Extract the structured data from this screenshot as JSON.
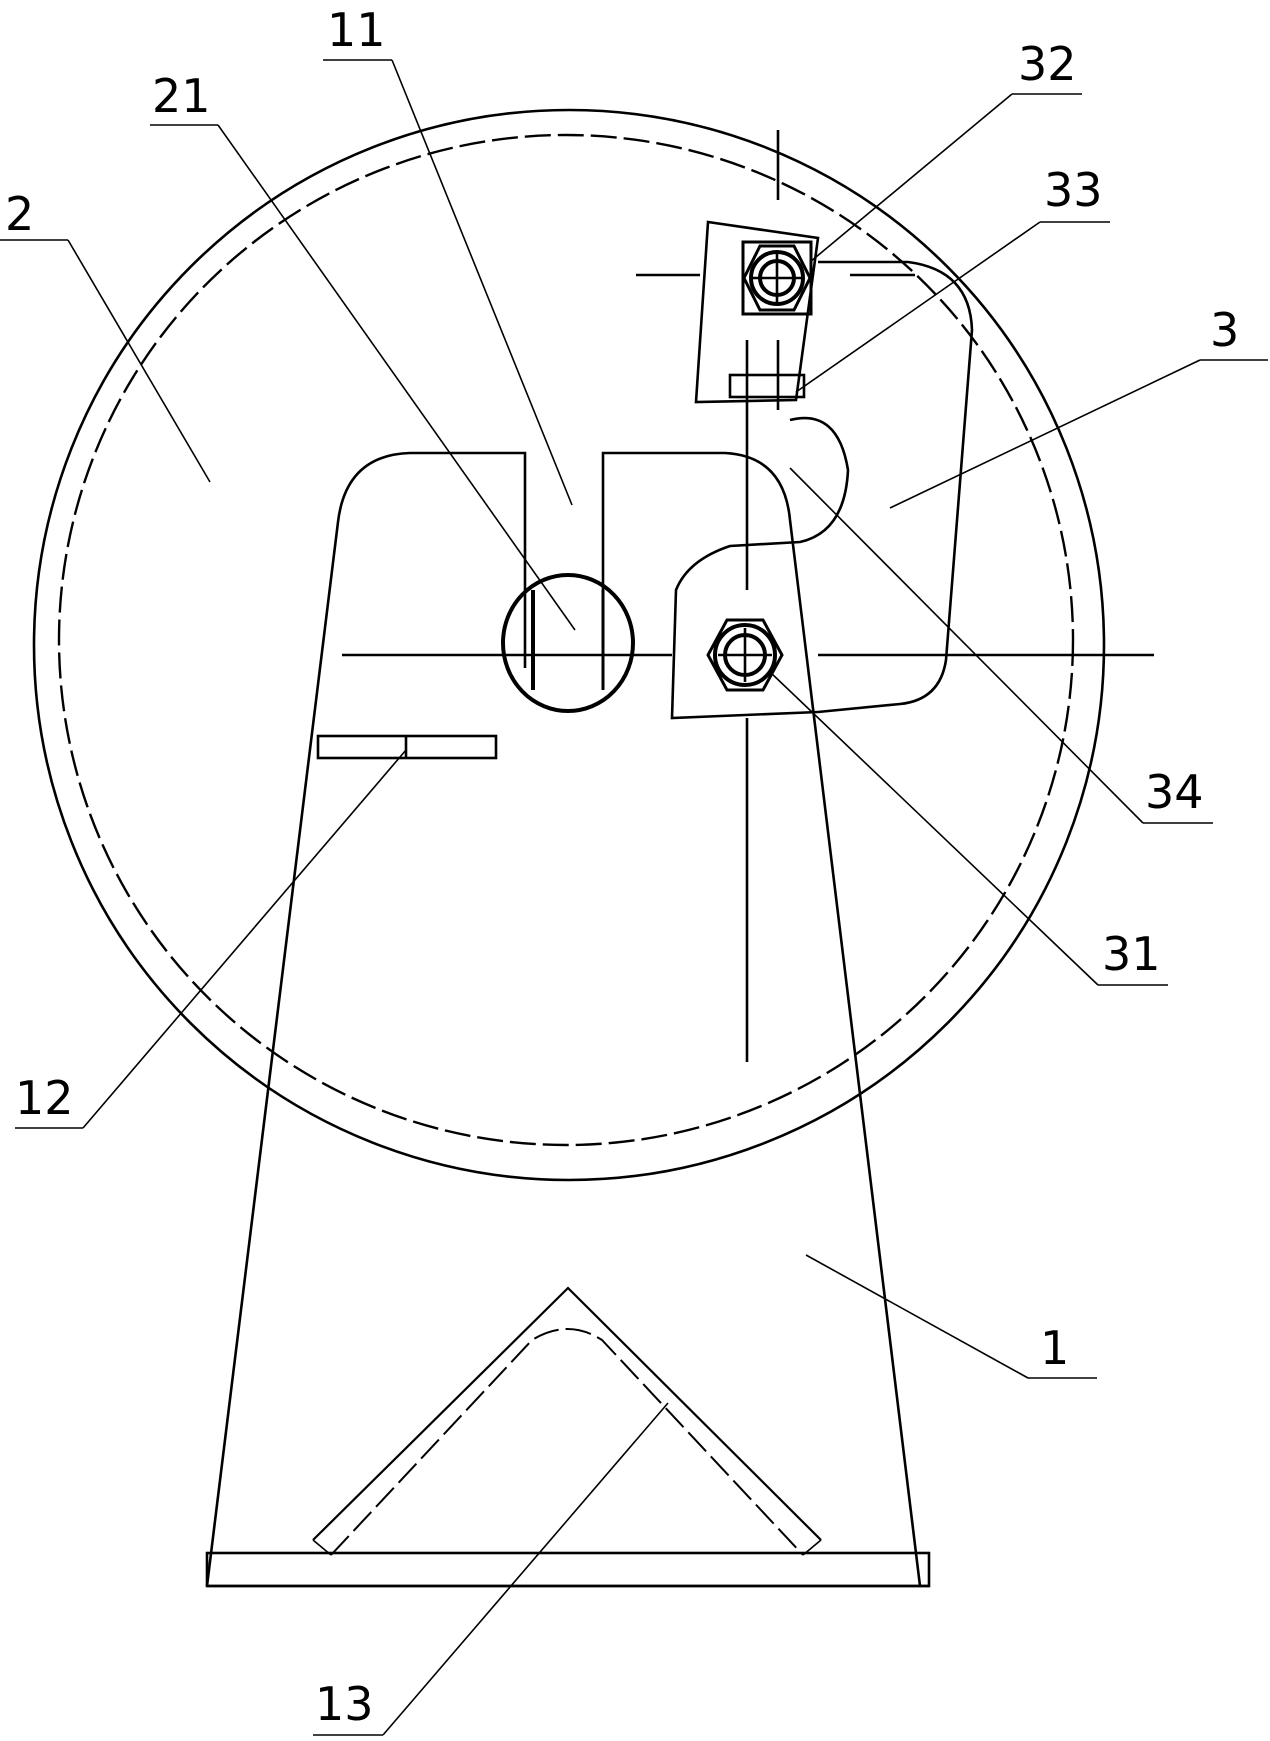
{
  "labels": {
    "l1": "1",
    "l2": "2",
    "l3": "3",
    "l11": "11",
    "l12": "12",
    "l13": "13",
    "l21": "21",
    "l31": "31",
    "l32": "32",
    "l33": "33",
    "l34": "34"
  },
  "colors": {
    "line": "#000000",
    "background": "#ffffff"
  }
}
